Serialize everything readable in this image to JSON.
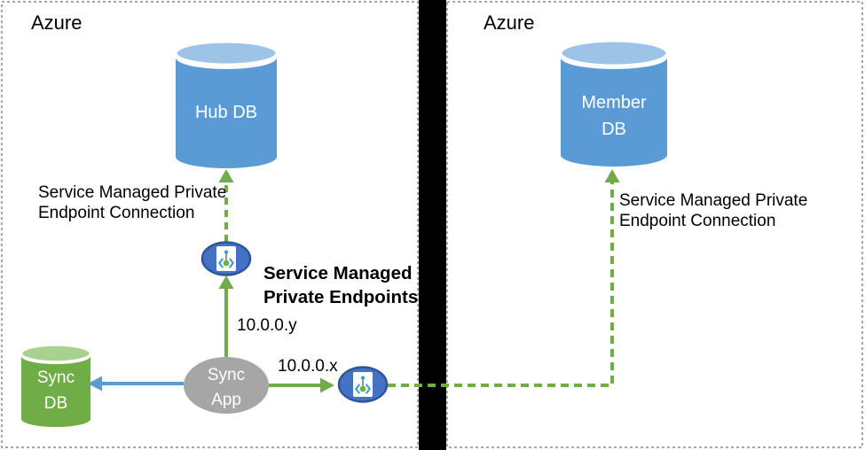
{
  "regions": {
    "left": {
      "title": "Azure"
    },
    "right": {
      "title": "Azure"
    }
  },
  "nodes": {
    "hub_db": {
      "label": "Hub DB",
      "body_color": "#5B9BD5",
      "top_color": "#9DC3E6"
    },
    "member_db": {
      "label_line1": "Member",
      "label_line2": "DB",
      "body_color": "#5B9BD5",
      "top_color": "#9DC3E6"
    },
    "sync_db": {
      "label_line1": "Sync",
      "label_line2": "DB",
      "body_color": "#70AD47",
      "top_color": "#A9D18E"
    },
    "sync_app": {
      "label_line1": "Sync",
      "label_line2": "App",
      "body_color": "#A6A6A6"
    },
    "private_endpoint_left": {
      "icon": "private-endpoint-icon",
      "fill": "#4472C4",
      "border": "#2F5597"
    },
    "private_endpoint_right": {
      "icon": "private-endpoint-icon",
      "fill": "#4472C4",
      "border": "#2F5597"
    }
  },
  "labels": {
    "hub_connection": {
      "line1": "Service Managed Private",
      "line2": "Endpoint Connection"
    },
    "member_connection": {
      "line1": "Service Managed Private",
      "line2": "Endpoint Connection"
    },
    "endpoints_title": {
      "line1": "Service Managed",
      "line2": "Private Endpoints"
    },
    "ip_y": "10.0.0.y",
    "ip_x": "10.0.0.x"
  },
  "colors": {
    "arrow_green": "#70AD47",
    "arrow_blue": "#5B9BD5",
    "divider_black": "#000000",
    "region_border_gray": "#A6A6A6",
    "endpoint_icon_blue": "#2E9BD6",
    "endpoint_icon_green": "#76B043",
    "endpoint_icon_stem_gray": "#7A7A7A",
    "text_black": "#000000"
  }
}
